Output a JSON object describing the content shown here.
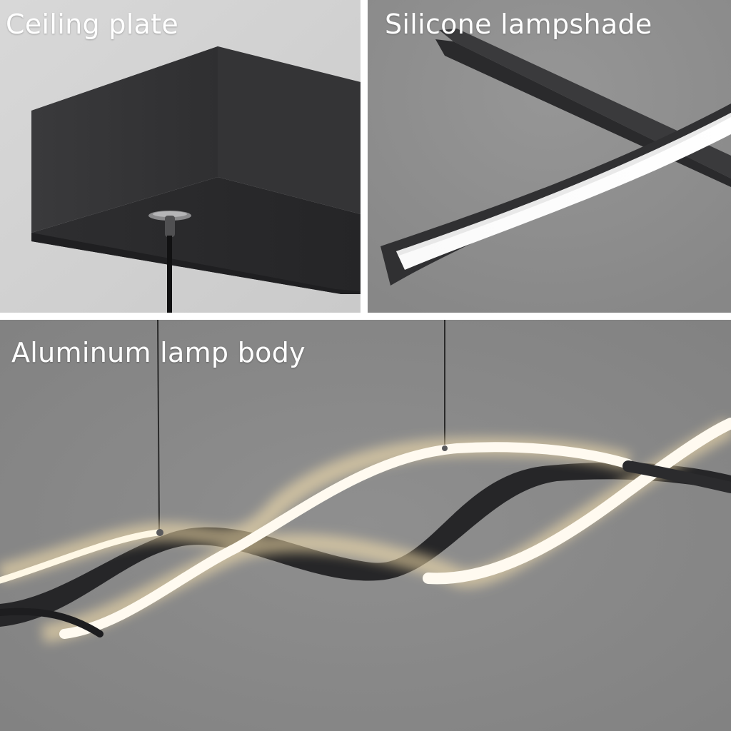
{
  "panels": [
    {
      "caption": "Ceiling plate"
    },
    {
      "caption": "Silicone lampshade"
    },
    {
      "caption": "Aluminum lamp body"
    }
  ],
  "colors": {
    "divider": "#ffffff",
    "ceiling_background": "#d3d3d3",
    "lamp_body": "#2f2f31",
    "led_glow": "#fff3d6",
    "room_background": "#8a8a8a"
  }
}
